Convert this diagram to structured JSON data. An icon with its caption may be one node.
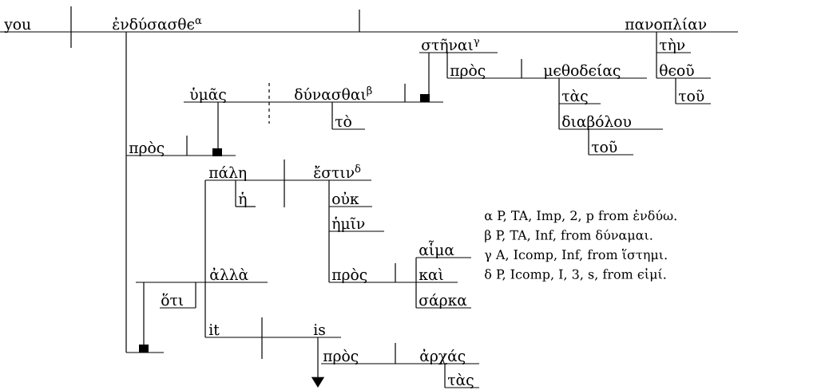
{
  "diagram": {
    "labels": [
      "you",
      "ἐνδύσασθϵ$^{α}$",
      "πανοπλίαν",
      "στῆναι$^{γ}$",
      "τὴν",
      "πρὸς",
      "μϵθοδϵίας",
      "θϵοῦ",
      "ὑμᾶς",
      "δύνασθαι$^{β}$",
      "τὰς",
      "τοῦ",
      "τὸ",
      "διαβόλου",
      "πρὸς",
      "τοῦ",
      "πάλη",
      "ἔστιν$^{δ}$",
      "ἡ",
      "οὐκ",
      "ἡμῖν",
      "αἷμα",
      "ἀλλὰ",
      "πρὸς",
      "καὶ",
      "ὅτι",
      "σάρκα",
      "it",
      "is",
      "πρὸς",
      "ἀρχάς",
      "τὰς",
      "α P, TA, Imp, 2, p from ἐνδύω.",
      "β P, TA, Inf, from δύναμαι.",
      "γ A, Icomp, Inf, from ἵστημι.",
      "δ P, Icomp, I, 3, s, from ϵἰμί."
    ]
  }
}
